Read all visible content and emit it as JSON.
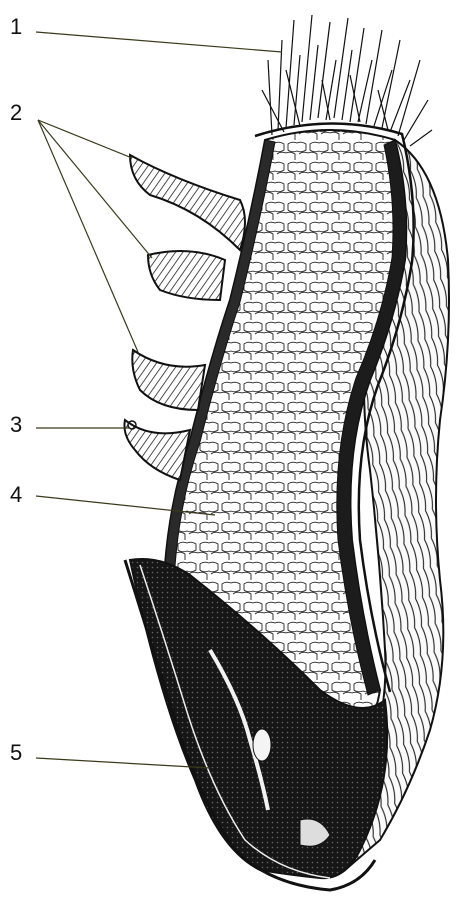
{
  "labels": [
    {
      "id": "1",
      "text": "1"
    },
    {
      "id": "2",
      "text": "2"
    },
    {
      "id": "3",
      "text": "3"
    },
    {
      "id": "4",
      "text": "4"
    },
    {
      "id": "5",
      "text": "5"
    }
  ],
  "colors": {
    "ink": "#111111",
    "cell_fill": "#ffffff",
    "dark_tissue": "#1a1a1a",
    "leader_line": "#3a3a1a"
  }
}
